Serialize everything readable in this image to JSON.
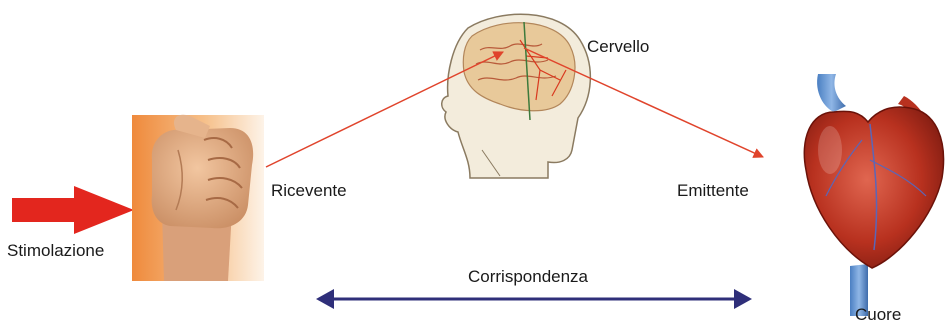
{
  "labels": {
    "stimulus": "Stimolazione",
    "receiver": "Ricevente",
    "brain": "Cervello",
    "emitter": "Emittente",
    "heart": "Cuore",
    "correspondence": "Corrispondenza"
  },
  "colors": {
    "stimulus_arrow": "#e3261e",
    "signal_line": "#e0442c",
    "correspondence_arrow": "#2f2f7a",
    "text": "#1a1a1a"
  },
  "icons": {
    "hand": "hand-fist-icon",
    "brain": "head-brain-icon",
    "heart": "heart-icon"
  }
}
